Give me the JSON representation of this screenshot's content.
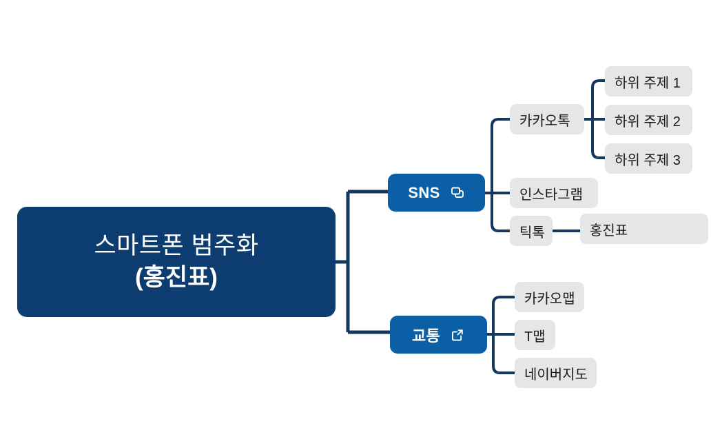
{
  "diagram": {
    "type": "mindmap",
    "orientation": "left-to-right",
    "background_color": "#FFFFFF",
    "colors": {
      "root_fill": "#0C3C70",
      "branch_fill": "#0B5FA5",
      "leaf_fill": "#E6E6E6",
      "connector": "#14375F",
      "root_text": "#FFFFFF",
      "branch_text": "#FFFFFF",
      "leaf_text": "#1A1A1A"
    },
    "root": {
      "line1": "스마트폰 범주화",
      "line2": "(홍진표)"
    },
    "branches": [
      {
        "id": "sns",
        "label": "SNS",
        "icon": "duplicate-icon",
        "children": [
          {
            "id": "kakaotalk",
            "label": "카카오톡",
            "children": [
              {
                "id": "sub1",
                "label": "하위 주제 1"
              },
              {
                "id": "sub2",
                "label": "하위 주제 2"
              },
              {
                "id": "sub3",
                "label": "하위 주제 3"
              }
            ]
          },
          {
            "id": "instagram",
            "label": "인스타그램",
            "children": []
          },
          {
            "id": "tiktok",
            "label": "틱톡",
            "children": [
              {
                "id": "hongjinpyo",
                "label": "홍진표"
              }
            ]
          }
        ]
      },
      {
        "id": "traffic",
        "label": "교통",
        "icon": "external-link-icon",
        "children": [
          {
            "id": "kakaomap",
            "label": "카카오맵",
            "children": []
          },
          {
            "id": "tmap",
            "label": "T맵",
            "children": []
          },
          {
            "id": "navermap",
            "label": "네이버지도",
            "children": []
          }
        ]
      }
    ]
  }
}
